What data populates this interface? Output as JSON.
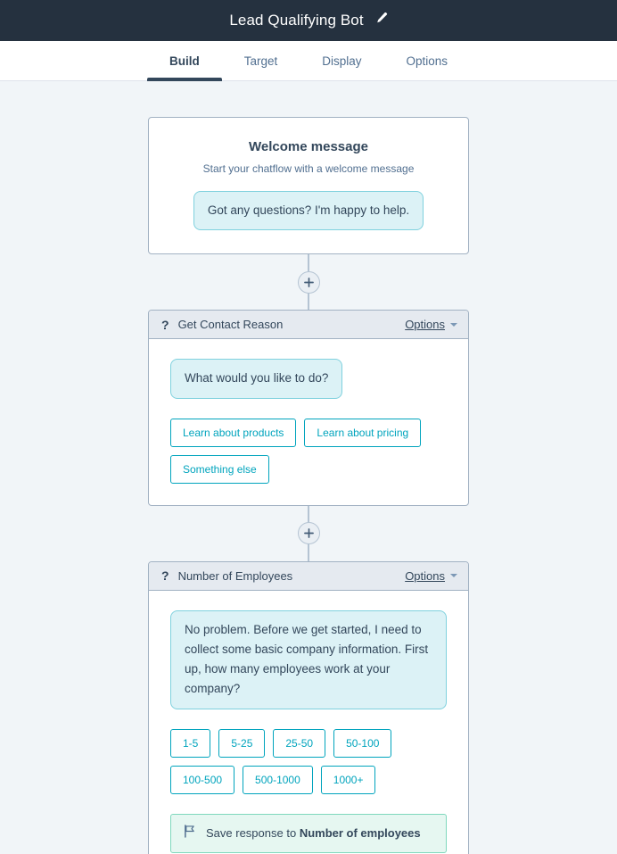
{
  "header": {
    "title": "Lead Qualifying Bot",
    "edit_icon": "pencil-icon",
    "background_color": "#25313f"
  },
  "tabs": [
    {
      "label": "Build",
      "active": true
    },
    {
      "label": "Target",
      "active": false
    },
    {
      "label": "Display",
      "active": false
    },
    {
      "label": "Options",
      "active": false
    }
  ],
  "colors": {
    "canvas": "#f1f5f8",
    "accent_teal": "#00a4bd",
    "bubble_fill": "#dcf2f6",
    "bubble_border": "#7fd1de",
    "save_fill": "#e6f7f1",
    "save_border": "#7fd8bd",
    "card_border": "#a2b2c3",
    "text_dark": "#33475b",
    "text_muted": "#516f90"
  },
  "connector": {
    "add_label": "+"
  },
  "flow": {
    "welcome_card": {
      "title": "Welcome message",
      "subtitle": "Start your chatflow with a welcome message",
      "message": "Got any questions? I'm happy to help."
    },
    "cards": [
      {
        "icon": "question-mark-icon",
        "title": "Get Contact Reason",
        "options_label": "Options",
        "message": "What would you like to do?",
        "quick_replies": [
          "Learn about products",
          "Learn about pricing",
          "Something else"
        ],
        "save_response": null
      },
      {
        "icon": "question-mark-icon",
        "title": "Number of Employees",
        "options_label": "Options",
        "message": "No problem. Before we get started, I need to collect some basic company information. First up, how many employees work at your company?",
        "quick_replies": [
          "1-5",
          "5-25",
          "25-50",
          "50-100",
          "100-500",
          "500-1000",
          "1000+"
        ],
        "save_response": {
          "prefix": "Save response to",
          "property": "Number of employees",
          "icon": "flag-icon"
        }
      }
    ]
  }
}
